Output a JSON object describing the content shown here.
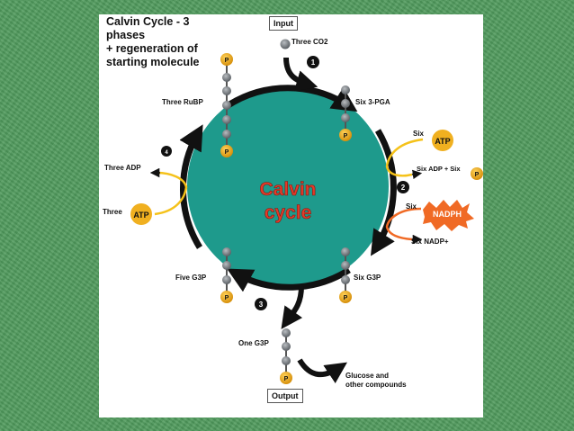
{
  "title_lines": [
    "Calvin Cycle - 3",
    "phases",
    "+ regeneration of",
    "starting molecule"
  ],
  "center_label": [
    "Calvin",
    "cycle"
  ],
  "input_label": "Input",
  "output_label": "Output",
  "molecules": {
    "co2": "Three CO2",
    "rubp": "Three RuBP",
    "pga": "Six 3-PGA",
    "six_atp": "Six",
    "six_adp": "Six ADP + Six",
    "six_nadph": "Six",
    "six_nadp": "Six NADP+",
    "six_g3p": "Six G3P",
    "five_g3p": "Five G3P",
    "one_g3p": "One G3P",
    "glucose_line1": "Glucose and",
    "glucose_line2": "other compounds",
    "three_adp": "Three ADP",
    "three_atp": "Three"
  },
  "badges": {
    "atp": "ATP",
    "nadph": "NADPH",
    "phosphate": "P"
  },
  "steps": [
    "1",
    "2",
    "3",
    "4"
  ],
  "colors": {
    "circle": "#1e9a8c",
    "center_text": "#e53a2a",
    "phosphate": "#e8a415",
    "atp_badge": "#f0b020",
    "nadph_badge": "#f06a25",
    "arrow": "#111111",
    "yellow_arrow": "#f5c21a"
  }
}
